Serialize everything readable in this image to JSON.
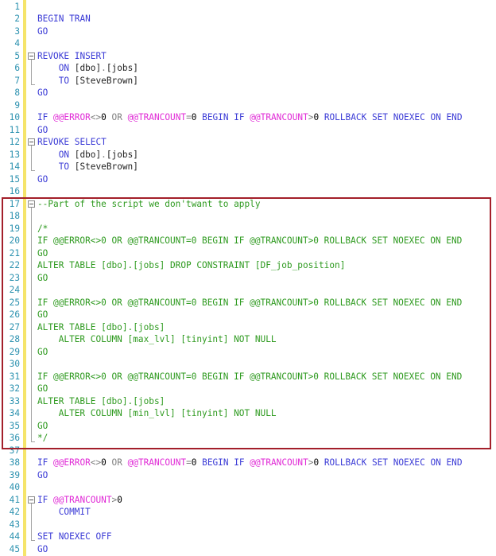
{
  "editor": {
    "highlight_box": {
      "from_line": 17,
      "to_line": 36,
      "color": "#a31f2a"
    },
    "colors": {
      "keyword": "#3b3bd6",
      "system_function": "#e02ad6",
      "operator": "#808080",
      "comment": "#2e9a1f",
      "line_number": "#2b91af",
      "change_bar": "#f5e46a"
    },
    "lines": [
      {
        "n": "1",
        "text": ""
      },
      {
        "n": "2",
        "text": "BEGIN TRAN"
      },
      {
        "n": "3",
        "text": "GO"
      },
      {
        "n": "4",
        "text": ""
      },
      {
        "n": "5",
        "text": "REVOKE INSERT"
      },
      {
        "n": "6",
        "text": "    ON [dbo].[jobs]"
      },
      {
        "n": "7",
        "text": "    TO [SteveBrown]"
      },
      {
        "n": "8",
        "text": "GO"
      },
      {
        "n": "9",
        "text": ""
      },
      {
        "n": "10",
        "text": "IF @@ERROR<>0 OR @@TRANCOUNT=0 BEGIN IF @@TRANCOUNT>0 ROLLBACK SET NOEXEC ON END"
      },
      {
        "n": "11",
        "text": "GO"
      },
      {
        "n": "12",
        "text": "REVOKE SELECT"
      },
      {
        "n": "13",
        "text": "    ON [dbo].[jobs]"
      },
      {
        "n": "14",
        "text": "    TO [SteveBrown]"
      },
      {
        "n": "15",
        "text": "GO"
      },
      {
        "n": "16",
        "text": ""
      },
      {
        "n": "17",
        "text": "--Part of the script we don'twant to apply"
      },
      {
        "n": "18",
        "text": ""
      },
      {
        "n": "19",
        "text": "/*"
      },
      {
        "n": "20",
        "text": "IF @@ERROR<>0 OR @@TRANCOUNT=0 BEGIN IF @@TRANCOUNT>0 ROLLBACK SET NOEXEC ON END"
      },
      {
        "n": "21",
        "text": "GO"
      },
      {
        "n": "22",
        "text": "ALTER TABLE [dbo].[jobs] DROP CONSTRAINT [DF_job_position]"
      },
      {
        "n": "23",
        "text": "GO"
      },
      {
        "n": "24",
        "text": ""
      },
      {
        "n": "25",
        "text": "IF @@ERROR<>0 OR @@TRANCOUNT=0 BEGIN IF @@TRANCOUNT>0 ROLLBACK SET NOEXEC ON END"
      },
      {
        "n": "26",
        "text": "GO"
      },
      {
        "n": "27",
        "text": "ALTER TABLE [dbo].[jobs]"
      },
      {
        "n": "28",
        "text": "    ALTER COLUMN [max_lvl] [tinyint] NOT NULL"
      },
      {
        "n": "29",
        "text": "GO"
      },
      {
        "n": "30",
        "text": ""
      },
      {
        "n": "31",
        "text": "IF @@ERROR<>0 OR @@TRANCOUNT=0 BEGIN IF @@TRANCOUNT>0 ROLLBACK SET NOEXEC ON END"
      },
      {
        "n": "32",
        "text": "GO"
      },
      {
        "n": "33",
        "text": "ALTER TABLE [dbo].[jobs]"
      },
      {
        "n": "34",
        "text": "    ALTER COLUMN [min_lvl] [tinyint] NOT NULL"
      },
      {
        "n": "35",
        "text": "GO"
      },
      {
        "n": "36",
        "text": "*/"
      },
      {
        "n": "37",
        "text": ""
      },
      {
        "n": "38",
        "text": "IF @@ERROR<>0 OR @@TRANCOUNT=0 BEGIN IF @@TRANCOUNT>0 ROLLBACK SET NOEXEC ON END"
      },
      {
        "n": "39",
        "text": "GO"
      },
      {
        "n": "40",
        "text": ""
      },
      {
        "n": "41",
        "text": "IF @@TRANCOUNT>0"
      },
      {
        "n": "42",
        "text": "    COMMIT"
      },
      {
        "n": "43",
        "text": ""
      },
      {
        "n": "44",
        "text": "SET NOEXEC OFF"
      },
      {
        "n": "45",
        "text": "GO"
      }
    ],
    "fold_regions": [
      {
        "start": 5,
        "end": 7
      },
      {
        "start": 12,
        "end": 14
      },
      {
        "start": 17,
        "end": 36
      },
      {
        "start": 41,
        "end": 44
      }
    ]
  }
}
